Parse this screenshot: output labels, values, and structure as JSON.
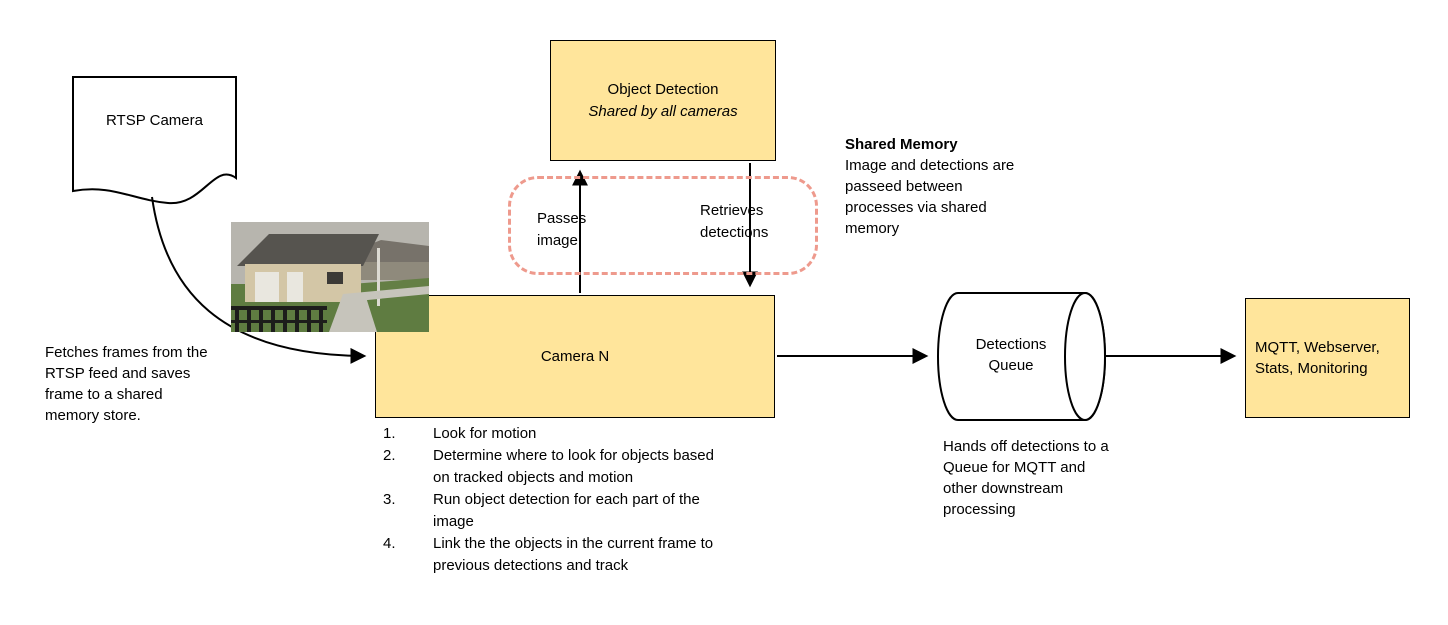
{
  "colors": {
    "box_fill": "#ffe59b",
    "box_border": "#000000",
    "shared_dash": "#ee9a8d"
  },
  "nodes": {
    "rtsp_camera": {
      "label": "RTSP Camera"
    },
    "object_detection": {
      "title": "Object Detection",
      "subtitle": "Shared by all cameras"
    },
    "camera_n": {
      "label": "Camera N"
    },
    "detections_queue": {
      "label": "Detections Queue"
    },
    "outputs": {
      "label": "MQTT, Webserver, Stats, Monitoring"
    }
  },
  "labels": {
    "passes_image": "Passes image",
    "retrieves_detections": "Retrieves detections"
  },
  "notes": {
    "fetch": "Fetches frames from the RTSP feed and saves frame to a shared memory store.",
    "shared_memory_title": "Shared Memory",
    "shared_memory_body": "Image and detections are passeed between processes via shared memory",
    "queue_handoff": "Hands off detections to a Queue for MQTT and other downstream processing"
  },
  "camera_steps": [
    "Look for motion",
    "Determine where to look for objects based on tracked objects and motion",
    "Run object detection for each part of the image",
    "Link the the objects in the current frame to previous detections and track"
  ]
}
